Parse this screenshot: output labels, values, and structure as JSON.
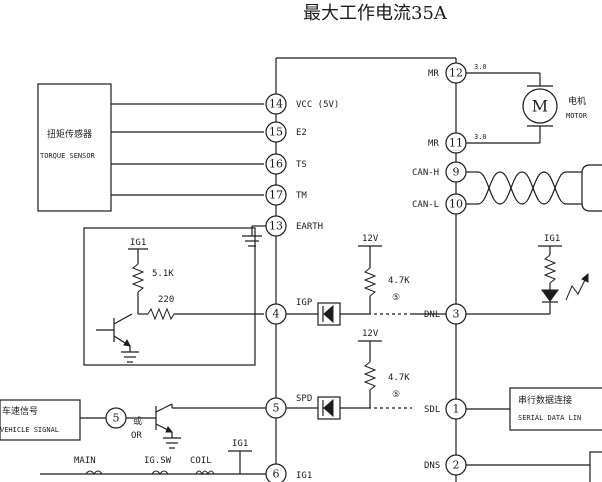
{
  "title": "最大工作电流35A",
  "torque_sensor": {
    "cn": "扭矩传感器",
    "en": "TORQUE SENSOR"
  },
  "pins": [
    {
      "num": "14",
      "label": "VCC (5V)"
    },
    {
      "num": "15",
      "label": "E2"
    },
    {
      "num": "16",
      "label": "TS"
    },
    {
      "num": "17",
      "label": "TM"
    },
    {
      "num": "13",
      "label": "EARTH"
    },
    {
      "num": "4",
      "label": "IGP"
    },
    {
      "num": "5",
      "label": "SPD"
    },
    {
      "num": "6",
      "label": "IG1"
    },
    {
      "num": "12",
      "label": "MR"
    },
    {
      "num": "11",
      "label": "MR"
    },
    {
      "num": "9",
      "label": "CAN-H"
    },
    {
      "num": "10",
      "label": "CAN-L"
    },
    {
      "num": "3",
      "label": "DNL"
    },
    {
      "num": "1",
      "label": "SDL"
    },
    {
      "num": "2",
      "label": "DNS"
    }
  ],
  "motor": {
    "symbol": "M",
    "cn": "电机",
    "en": "MOTOR",
    "wire_top": "3.0",
    "wire_bottom": "3.0"
  },
  "ig_circuit": {
    "supply": "IG1",
    "r1": "5.1K",
    "r2": "220"
  },
  "pullups": [
    {
      "voltage": "12V",
      "resistor": "4.7K",
      "marker": "⑤"
    },
    {
      "voltage": "12V",
      "resistor": "4.7K",
      "marker": "⑤"
    }
  ],
  "vehicle_signal": {
    "cn": "车速信号",
    "en": "VEHICLE SIGNAL",
    "pin": "5",
    "or_cn": "或",
    "or_en": "OR"
  },
  "serial_link": {
    "cn": "串行数据连接",
    "en": "SERIAL DATA LIN"
  },
  "dnl_supply": "IG1",
  "bottom": {
    "main": "MAIN",
    "igsw": "IG.SW",
    "coil": "COIL",
    "ig1": "IG1"
  }
}
